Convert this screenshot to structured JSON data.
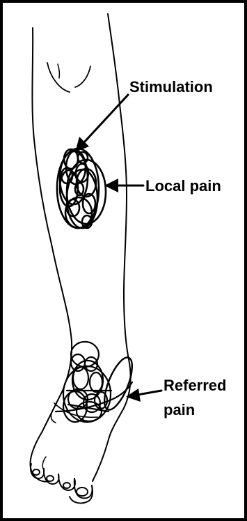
{
  "labels": {
    "stimulation": "Stimulation",
    "local_pain": "Local pain",
    "referred_line1": "Referred",
    "referred_line2": "pain"
  }
}
